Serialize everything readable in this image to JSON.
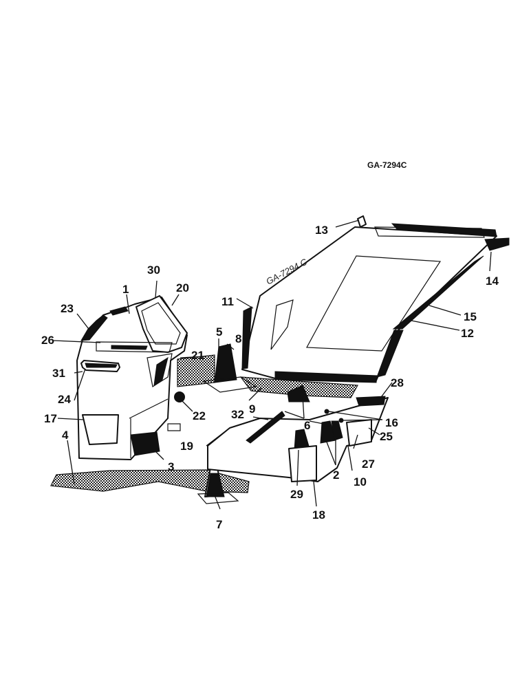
{
  "figure": {
    "code": "GA-7294C",
    "handwritten_note": "GA-7294 C"
  },
  "callouts": [
    {
      "id": "c1",
      "label": "1"
    },
    {
      "id": "c2",
      "label": "2"
    },
    {
      "id": "c3",
      "label": "3"
    },
    {
      "id": "c4",
      "label": "4"
    },
    {
      "id": "c5",
      "label": "5"
    },
    {
      "id": "c6",
      "label": "6"
    },
    {
      "id": "c7",
      "label": "7"
    },
    {
      "id": "c8",
      "label": "8"
    },
    {
      "id": "c9",
      "label": "9"
    },
    {
      "id": "c10",
      "label": "10"
    },
    {
      "id": "c11",
      "label": "11"
    },
    {
      "id": "c12",
      "label": "12"
    },
    {
      "id": "c13",
      "label": "13"
    },
    {
      "id": "c14",
      "label": "14"
    },
    {
      "id": "c15",
      "label": "15"
    },
    {
      "id": "c16",
      "label": "16"
    },
    {
      "id": "c17",
      "label": "17"
    },
    {
      "id": "c18",
      "label": "18"
    },
    {
      "id": "c19",
      "label": "19"
    },
    {
      "id": "c20",
      "label": "20"
    },
    {
      "id": "c21",
      "label": "21"
    },
    {
      "id": "c22",
      "label": "22"
    },
    {
      "id": "c23",
      "label": "23"
    },
    {
      "id": "c24",
      "label": "24"
    },
    {
      "id": "c25",
      "label": "25"
    },
    {
      "id": "c26",
      "label": "26"
    },
    {
      "id": "c27",
      "label": "27"
    },
    {
      "id": "c28",
      "label": "28"
    },
    {
      "id": "c29",
      "label": "29"
    },
    {
      "id": "c30",
      "label": "30"
    },
    {
      "id": "c31",
      "label": "31"
    },
    {
      "id": "c32",
      "label": "32"
    }
  ]
}
